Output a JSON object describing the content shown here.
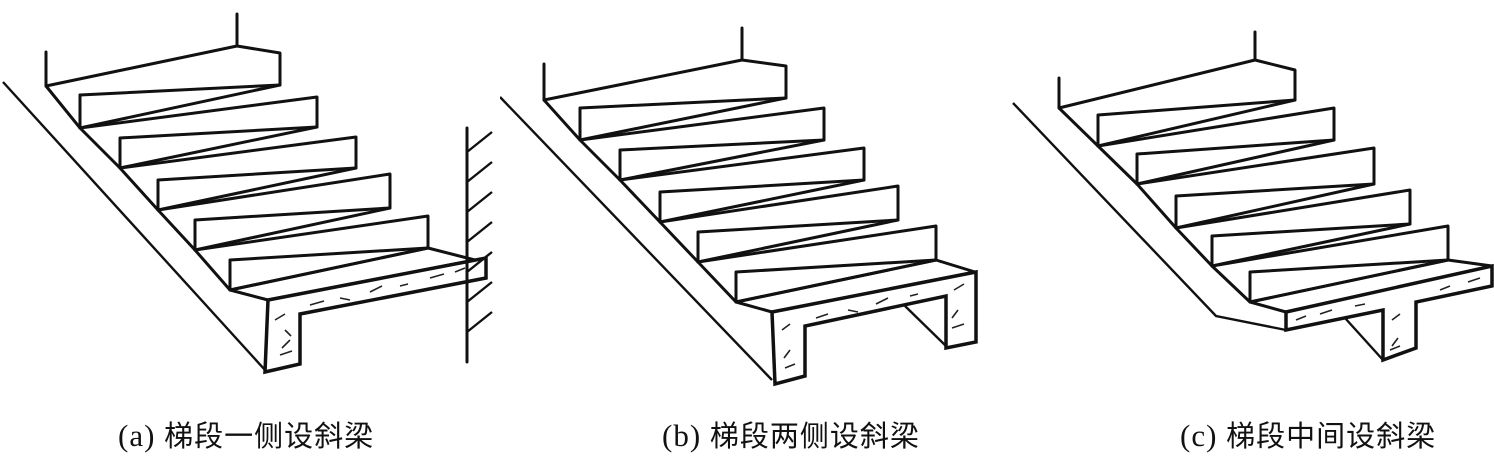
{
  "figures": [
    {
      "id": "a",
      "label": "(a)",
      "caption": "梯段一侧设斜梁",
      "beam_position": "one-side",
      "support": "wall"
    },
    {
      "id": "b",
      "label": "(b)",
      "caption": "梯段两侧设斜梁",
      "beam_position": "both-sides",
      "support": "none"
    },
    {
      "id": "c",
      "label": "(c)",
      "caption": "梯段中间设斜梁",
      "beam_position": "middle",
      "support": "none"
    }
  ],
  "colors": {
    "line": "#111111",
    "background": "#ffffff"
  }
}
